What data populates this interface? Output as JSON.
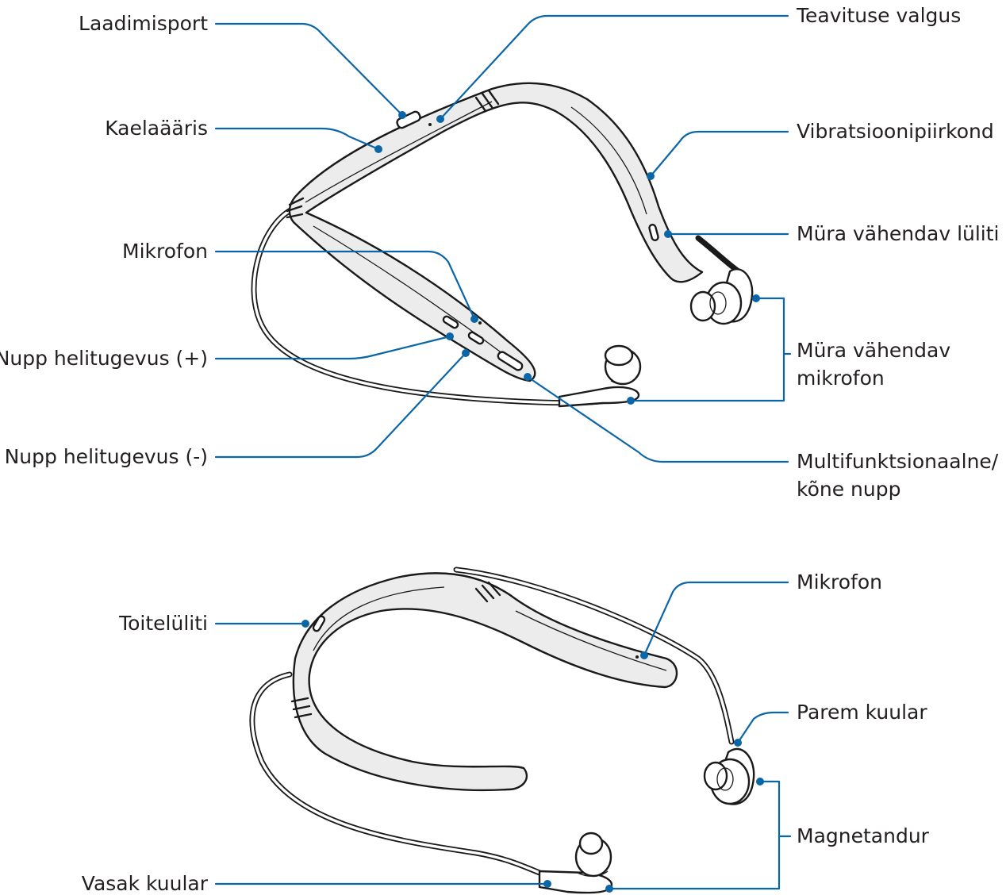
{
  "diagram_top": {
    "labels_left": {
      "charging_port": "Laadimisport",
      "neckband": "Kaelaääris",
      "microphone": "Mikrofon",
      "volume_up": "Nupp helitugevus (+)",
      "volume_down": "Nupp helitugevus (-)"
    },
    "labels_right": {
      "notification_light": "Teavituse valgus",
      "vibration_area": "Vibratsioonipiirkond",
      "noise_cancel_switch": "Müra vähendav lüliti",
      "noise_cancel_mic_line1": "Müra vähendav",
      "noise_cancel_mic_line2": "mikrofon",
      "multifunction_line1": "Multifunktsionaalne/",
      "multifunction_line2": "kõne nupp"
    }
  },
  "diagram_bottom": {
    "labels_left": {
      "power_switch": "Toitelüliti",
      "left_earbud": "Vasak kuular"
    },
    "labels_right": {
      "microphone": "Mikrofon",
      "right_earbud": "Parem kuular",
      "magnet_sensor": "Magnetandur"
    }
  },
  "colors": {
    "leader": "#0b66a8",
    "text": "#231f20",
    "outline": "#1a1a1a",
    "band": "#ececec"
  }
}
